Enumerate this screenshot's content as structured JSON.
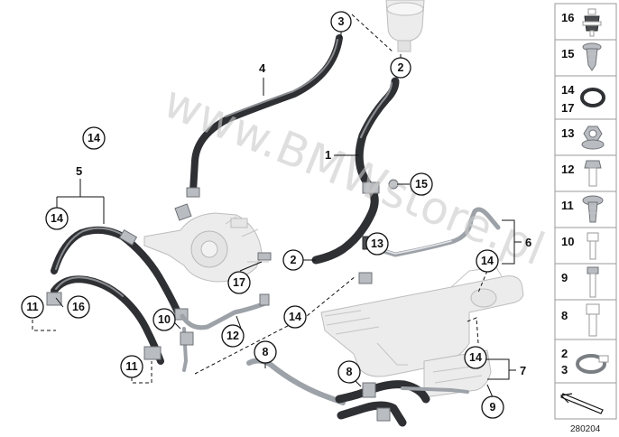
{
  "diagram": {
    "watermark": "www.BMWstore.pl",
    "doc_number": "280204",
    "callouts": [
      {
        "id": "c3-top",
        "label": "3"
      },
      {
        "id": "c2-top",
        "label": "2"
      },
      {
        "id": "c14-upper-left",
        "label": "14"
      },
      {
        "id": "c15",
        "label": "15"
      },
      {
        "id": "c14-left",
        "label": "14"
      },
      {
        "id": "c13",
        "label": "13"
      },
      {
        "id": "c2-mid",
        "label": "2"
      },
      {
        "id": "c14-right",
        "label": "14"
      },
      {
        "id": "c17",
        "label": "17"
      },
      {
        "id": "c11-left",
        "label": "11"
      },
      {
        "id": "c16",
        "label": "16"
      },
      {
        "id": "c14-center",
        "label": "14"
      },
      {
        "id": "c10",
        "label": "10"
      },
      {
        "id": "c12",
        "label": "12"
      },
      {
        "id": "c8-left",
        "label": "8"
      },
      {
        "id": "c11-bottom",
        "label": "11"
      },
      {
        "id": "c8-bottom",
        "label": "8"
      },
      {
        "id": "c14-bottom",
        "label": "14"
      },
      {
        "id": "c9",
        "label": "9"
      }
    ],
    "plain_labels": [
      {
        "id": "l4",
        "label": "4"
      },
      {
        "id": "l1",
        "label": "1"
      },
      {
        "id": "l5",
        "label": "5"
      },
      {
        "id": "l6",
        "label": "6"
      },
      {
        "id": "l7",
        "label": "7"
      }
    ]
  },
  "legend": {
    "rows": [
      {
        "label": "16",
        "icon": "rubber-mount-icon"
      },
      {
        "label": "15",
        "icon": "expanding-rivet-icon"
      },
      {
        "label": "14\n17",
        "icon": "o-ring-icon"
      },
      {
        "label": "13",
        "icon": "collar-nut-icon"
      },
      {
        "label": "12",
        "icon": "hex-bolt-icon"
      },
      {
        "label": "11",
        "icon": "torx-bolt-icon"
      },
      {
        "label": "10",
        "icon": "socket-head-screw-icon"
      },
      {
        "label": "9",
        "icon": "long-bolt-icon"
      },
      {
        "label": "8",
        "icon": "allen-screw-icon"
      },
      {
        "label": "2\n3",
        "icon": "hose-clamp-icon"
      },
      {
        "label": "",
        "icon": "direction-arrow-icon"
      }
    ]
  }
}
